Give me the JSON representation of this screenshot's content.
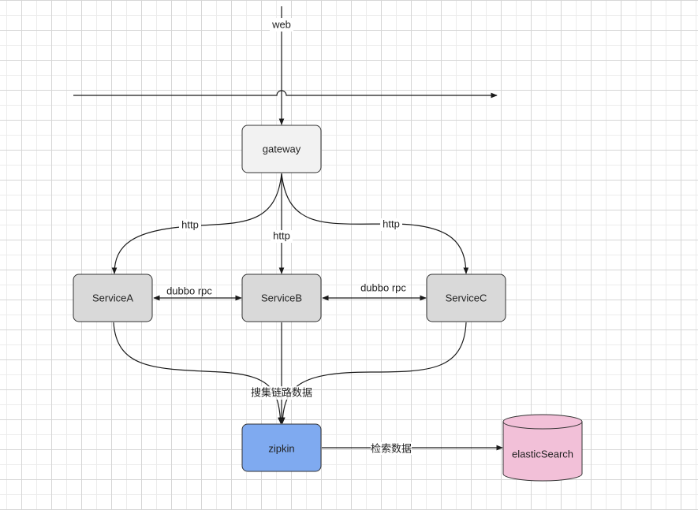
{
  "diagram": {
    "nodes": {
      "gateway": {
        "label": "gateway",
        "fill": "#f2f2f2"
      },
      "service_a": {
        "label": "ServiceA",
        "fill": "#d9d9d9"
      },
      "service_b": {
        "label": "ServiceB",
        "fill": "#d9d9d9"
      },
      "service_c": {
        "label": "ServiceC",
        "fill": "#d9d9d9"
      },
      "zipkin": {
        "label": "zipkin",
        "fill": "#7faaf0"
      },
      "elasticsearch": {
        "label": "elasticSearch",
        "fill": "#f2c0d8"
      }
    },
    "edges": {
      "web_to_gateway": {
        "label": "web"
      },
      "gateway_to_a": {
        "label": "http"
      },
      "gateway_to_b": {
        "label": "http"
      },
      "gateway_to_c": {
        "label": "http"
      },
      "a_b": {
        "label": "dubbo rpc"
      },
      "b_c": {
        "label": "dubbo rpc"
      },
      "services_to_zipkin": {
        "label": "搜集链路数据"
      },
      "zipkin_to_es": {
        "label": "检索数据"
      }
    },
    "stroke_color": "#1a1a1a"
  }
}
